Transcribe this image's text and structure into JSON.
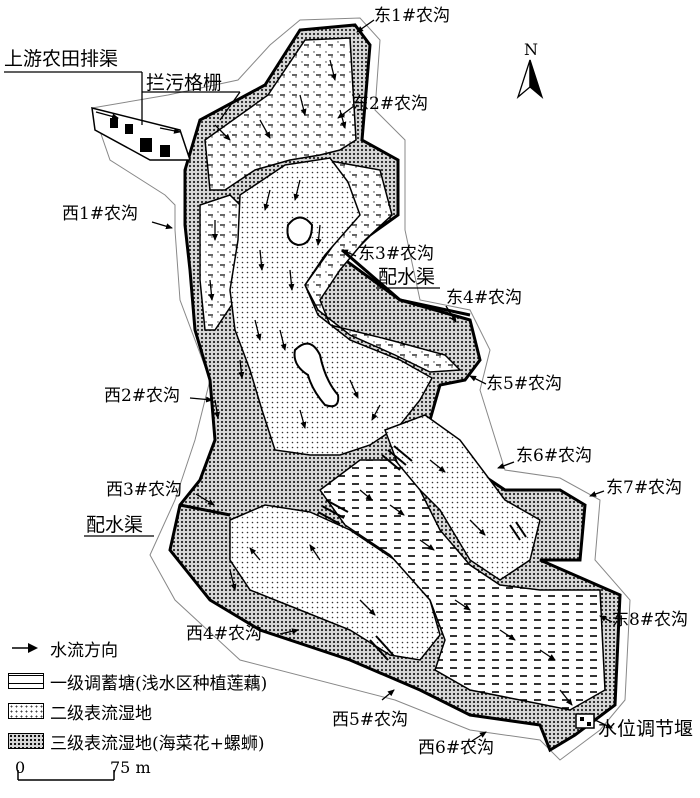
{
  "labels": {
    "upstream_drain": "上游农田排渠",
    "trash_rack": "拦污格栅",
    "east1": "东1#农沟",
    "east2": "东2#农沟",
    "east3": "东3#农沟",
    "east4": "东4#农沟",
    "east5": "东5#农沟",
    "east6": "东6#农沟",
    "east7": "东7#农沟",
    "east8": "东8#农沟",
    "west1": "西1#农沟",
    "west2": "西2#农沟",
    "west3": "西3#农沟",
    "west4": "西4#农沟",
    "west5": "西5#农沟",
    "west6": "西6#农沟",
    "dist_canal_east": "配水渠",
    "dist_canal_west": "配水渠",
    "weir": "水位调节堰"
  },
  "north": "N",
  "legend": {
    "flow": "水流方向",
    "level1": "一级调蓄塘(浅水区种植莲藕)",
    "level2": "二级表流湿地",
    "level3": "三级表流湿地(海菜花+螺蛳)"
  },
  "scale": {
    "zero": "0",
    "length": "75 m"
  },
  "colors": {
    "line": "#000000",
    "bg": "#ffffff",
    "fill_light": "#f4f4f4"
  }
}
